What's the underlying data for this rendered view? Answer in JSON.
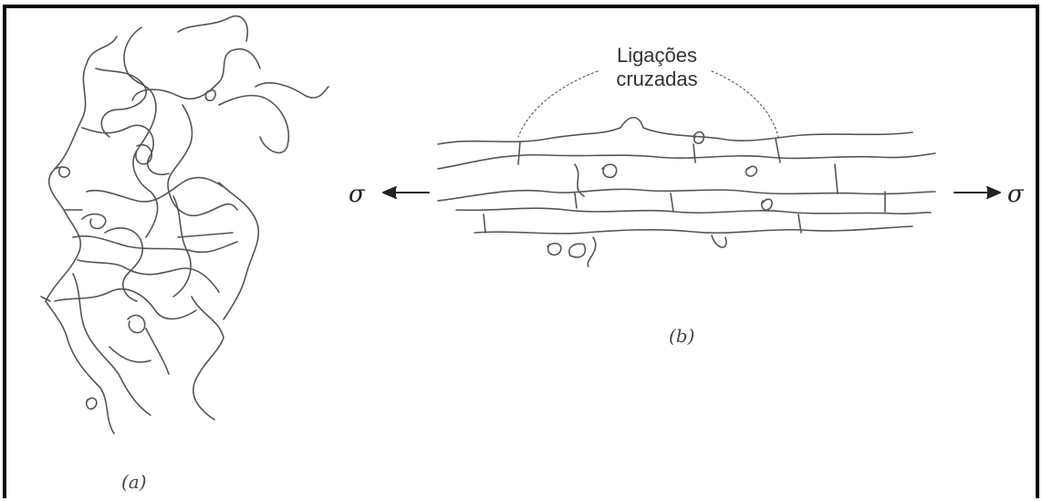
{
  "labels": {
    "part_a": "(a)",
    "part_b": "(b)",
    "crosslinks_line1": "Ligações",
    "crosslinks_line2": "cruzadas",
    "sigma_left": "σ",
    "sigma_right": "σ"
  },
  "colors": {
    "line": "#555555",
    "frame": "#000000"
  }
}
